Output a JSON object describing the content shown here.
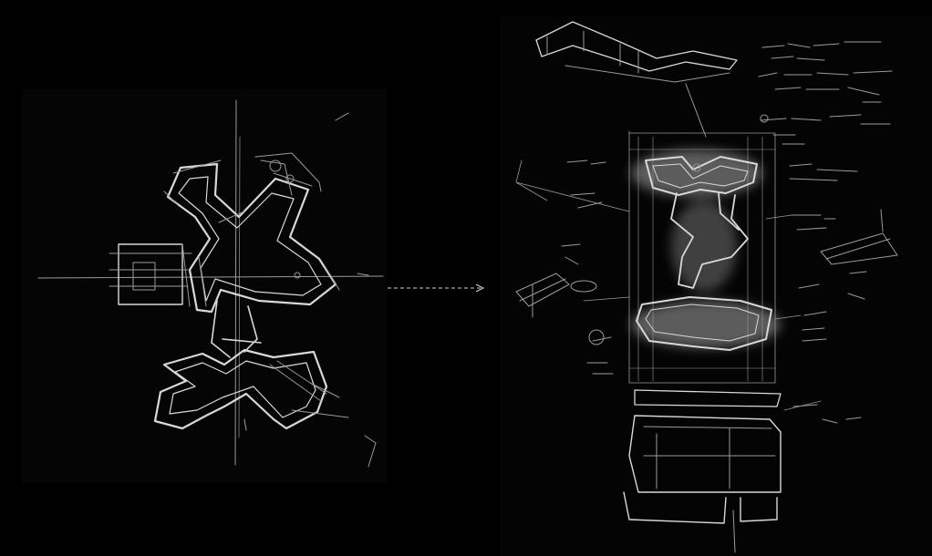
{
  "sketches": {
    "left": {
      "name": "concept-sketch"
    },
    "right": {
      "name": "developed-site-plan"
    }
  },
  "transition": {
    "name": "progression-arrow"
  },
  "colors": {
    "background": "#000000",
    "stroke": "#d8d8d8",
    "dim_stroke": "#9a9a9a",
    "glow": "#7a7a7a"
  }
}
